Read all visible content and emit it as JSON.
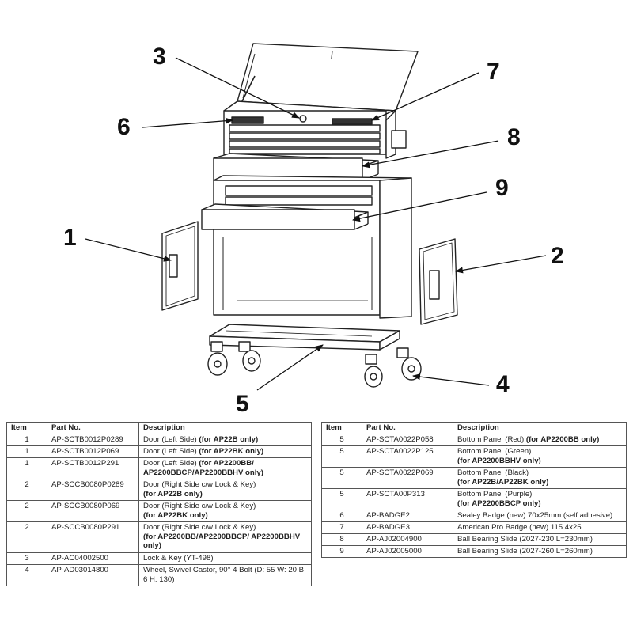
{
  "callouts": {
    "c1": "1",
    "c2": "2",
    "c3": "3",
    "c4": "4",
    "c5": "5",
    "c6": "6",
    "c7": "7",
    "c8": "8",
    "c9": "9"
  },
  "table": {
    "headers": {
      "item": "Item",
      "part": "Part No.",
      "desc": "Description"
    },
    "left_rows": [
      {
        "item": "1",
        "part": "AP-SCTB0012P0289",
        "desc": "Door (Left Side)",
        "desc_bold": "(for AP22B only)"
      },
      {
        "item": "1",
        "part": "AP-SCTB0012P069",
        "desc": "Door (Left Side)",
        "desc_bold": "(for AP22BK only)"
      },
      {
        "item": "1",
        "part": "AP-SCTB0012P291",
        "desc": "Door (Left Side)",
        "desc_bold": "(for AP2200BB/ AP2200BBCP/AP2200BBHV only)"
      },
      {
        "item": "2",
        "part": "AP-SCCB0080P0289",
        "desc": "Door (Right Side c/w Lock & Key)",
        "desc_bold": "(for AP22B only)"
      },
      {
        "item": "2",
        "part": "AP-SCCB0080P069",
        "desc": "Door (Right Side c/w Lock & Key)",
        "desc_bold": "(for AP22BK only)"
      },
      {
        "item": "2",
        "part": "AP-SCCB0080P291",
        "desc": "Door (Right Side c/w Lock & Key)",
        "desc_bold": "(for AP2200BB/AP2200BBCP/ AP2200BBHV only)"
      },
      {
        "item": "3",
        "part": "AP-AC04002500",
        "desc": "Lock & Key (YT-498)",
        "desc_bold": ""
      },
      {
        "item": "4",
        "part": "AP-AD03014800",
        "desc": "Wheel, Swivel Castor, 90° 4 Bolt (D: 55 W: 20 B: 6 H: 130)",
        "desc_bold": ""
      }
    ],
    "right_rows": [
      {
        "item": "5",
        "part": "AP-SCTA0022P058",
        "desc": "Bottom Panel (Red)",
        "desc_bold": "(for AP2200BB only)"
      },
      {
        "item": "5",
        "part": "AP-SCTA0022P125",
        "desc": "Bottom Panel (Green)",
        "desc_bold": "(for AP2200BBHV only)"
      },
      {
        "item": "5",
        "part": "AP-SCTA0022P069",
        "desc": "Bottom Panel (Black)",
        "desc_bold": "(for AP22B/AP22BK only)"
      },
      {
        "item": "5",
        "part": "AP-SCTA00P313",
        "desc": "Bottom Panel (Purple)",
        "desc_bold": "(for AP2200BBCP only)"
      },
      {
        "item": "6",
        "part": "AP-BADGE2",
        "desc": "Sealey Badge (new) 70x25mm (self adhesive)",
        "desc_bold": ""
      },
      {
        "item": "7",
        "part": "AP-BADGE3",
        "desc": "American Pro Badge (new) 115.4x25",
        "desc_bold": ""
      },
      {
        "item": "8",
        "part": "AP-AJ02004900",
        "desc": "Ball Bearing Slide (2027-230 L=230mm)",
        "desc_bold": ""
      },
      {
        "item": "9",
        "part": "AP-AJ02005000",
        "desc": "Ball Bearing Slide (2027-260 L=260mm)",
        "desc_bold": ""
      }
    ]
  }
}
